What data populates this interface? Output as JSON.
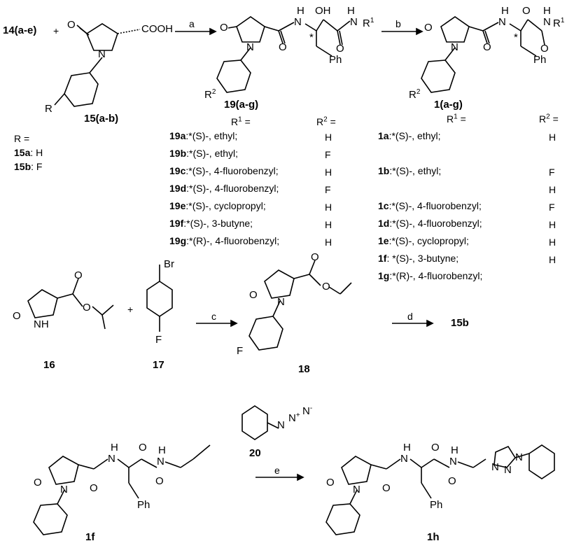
{
  "step1": {
    "reactant_a": "14(a-e)",
    "plus": "+",
    "reactant_b": "15(a-b)",
    "arrow_a": "a",
    "product_a": "19(a-g)",
    "arrow_b": "b",
    "product_b": "1(a-g)",
    "cooh": "COOH",
    "r_sub": "R",
    "r_def": "R =",
    "r_options": [
      {
        "code": "15a",
        "value": ": H"
      },
      {
        "code": "15b",
        "value": ": F"
      }
    ]
  },
  "atoms": {
    "O": "O",
    "N": "N",
    "H": "H",
    "OH": "OH",
    "Ph": "Ph",
    "R1": "R",
    "R2": "R",
    "one": "1",
    "two": "2",
    "Br": "Br",
    "F": "F",
    "NH": "NH",
    "star": "*"
  },
  "table19": {
    "r1_header": "R",
    "r2_header": "R",
    "rows": [
      {
        "code": "19a",
        "r1": ":*(S)-,  ethyl;",
        "r2": "H"
      },
      {
        "code": "19b",
        "r1": ":*(S)-,  ethyl;",
        "r2": "F"
      },
      {
        "code": "19c",
        "r1": ":*(S)-,  4-fluorobenzyl;",
        "r2": "H"
      },
      {
        "code": "19d",
        "r1": ":*(S)-,  4-fluorobenzyl;",
        "r2": "F"
      },
      {
        "code": "19e",
        "r1": ":*(S)-,  cyclopropyl;",
        "r2": "H"
      },
      {
        "code": "19f",
        "r1": ":*(S)-,  3-butyne;",
        "r2": "H"
      },
      {
        "code": "19g",
        "r1": ":*(R)-,  4-fluorobenzyl;",
        "r2": "H"
      }
    ]
  },
  "table1": {
    "r1_header": "R",
    "r2_header": "R",
    "rows": [
      {
        "code": "1a",
        "r1": ":*(S)-,  ethyl;"
      },
      {
        "code": "1b",
        "r1": ":*(S)-,  ethyl;"
      },
      {
        "code": "1c",
        "r1": ":*(S)-,  4-fluorobenzyl;"
      },
      {
        "code": "1d",
        "r1": ":*(S)-,  4-fluorobenzyl;"
      },
      {
        "code": "1e",
        "r1": ":*(S)-,  cyclopropyl;"
      },
      {
        "code": "1f",
        "r1": ": *(S)-,  3-butyne;"
      },
      {
        "code": "1g",
        "r1": ":*(R)-,  4-fluorobenzyl;"
      }
    ],
    "r2_values": [
      "H",
      "F",
      "H",
      "F",
      "H",
      "H",
      "H"
    ]
  },
  "step2": {
    "compound_16": "16",
    "plus": "+",
    "compound_17": "17",
    "arrow_c": "c",
    "compound_18": "18",
    "arrow_d": "d",
    "product": "15b"
  },
  "step3": {
    "compound_1f": "1f",
    "reagent_20": "20",
    "arrow_e": "e",
    "compound_1h": "1h",
    "azide": "N",
    "plus_sign": "+",
    "minus_sign": "-",
    "triazole_n1": "N",
    "triazole_n2": "N",
    "triazole_n3": "N"
  }
}
